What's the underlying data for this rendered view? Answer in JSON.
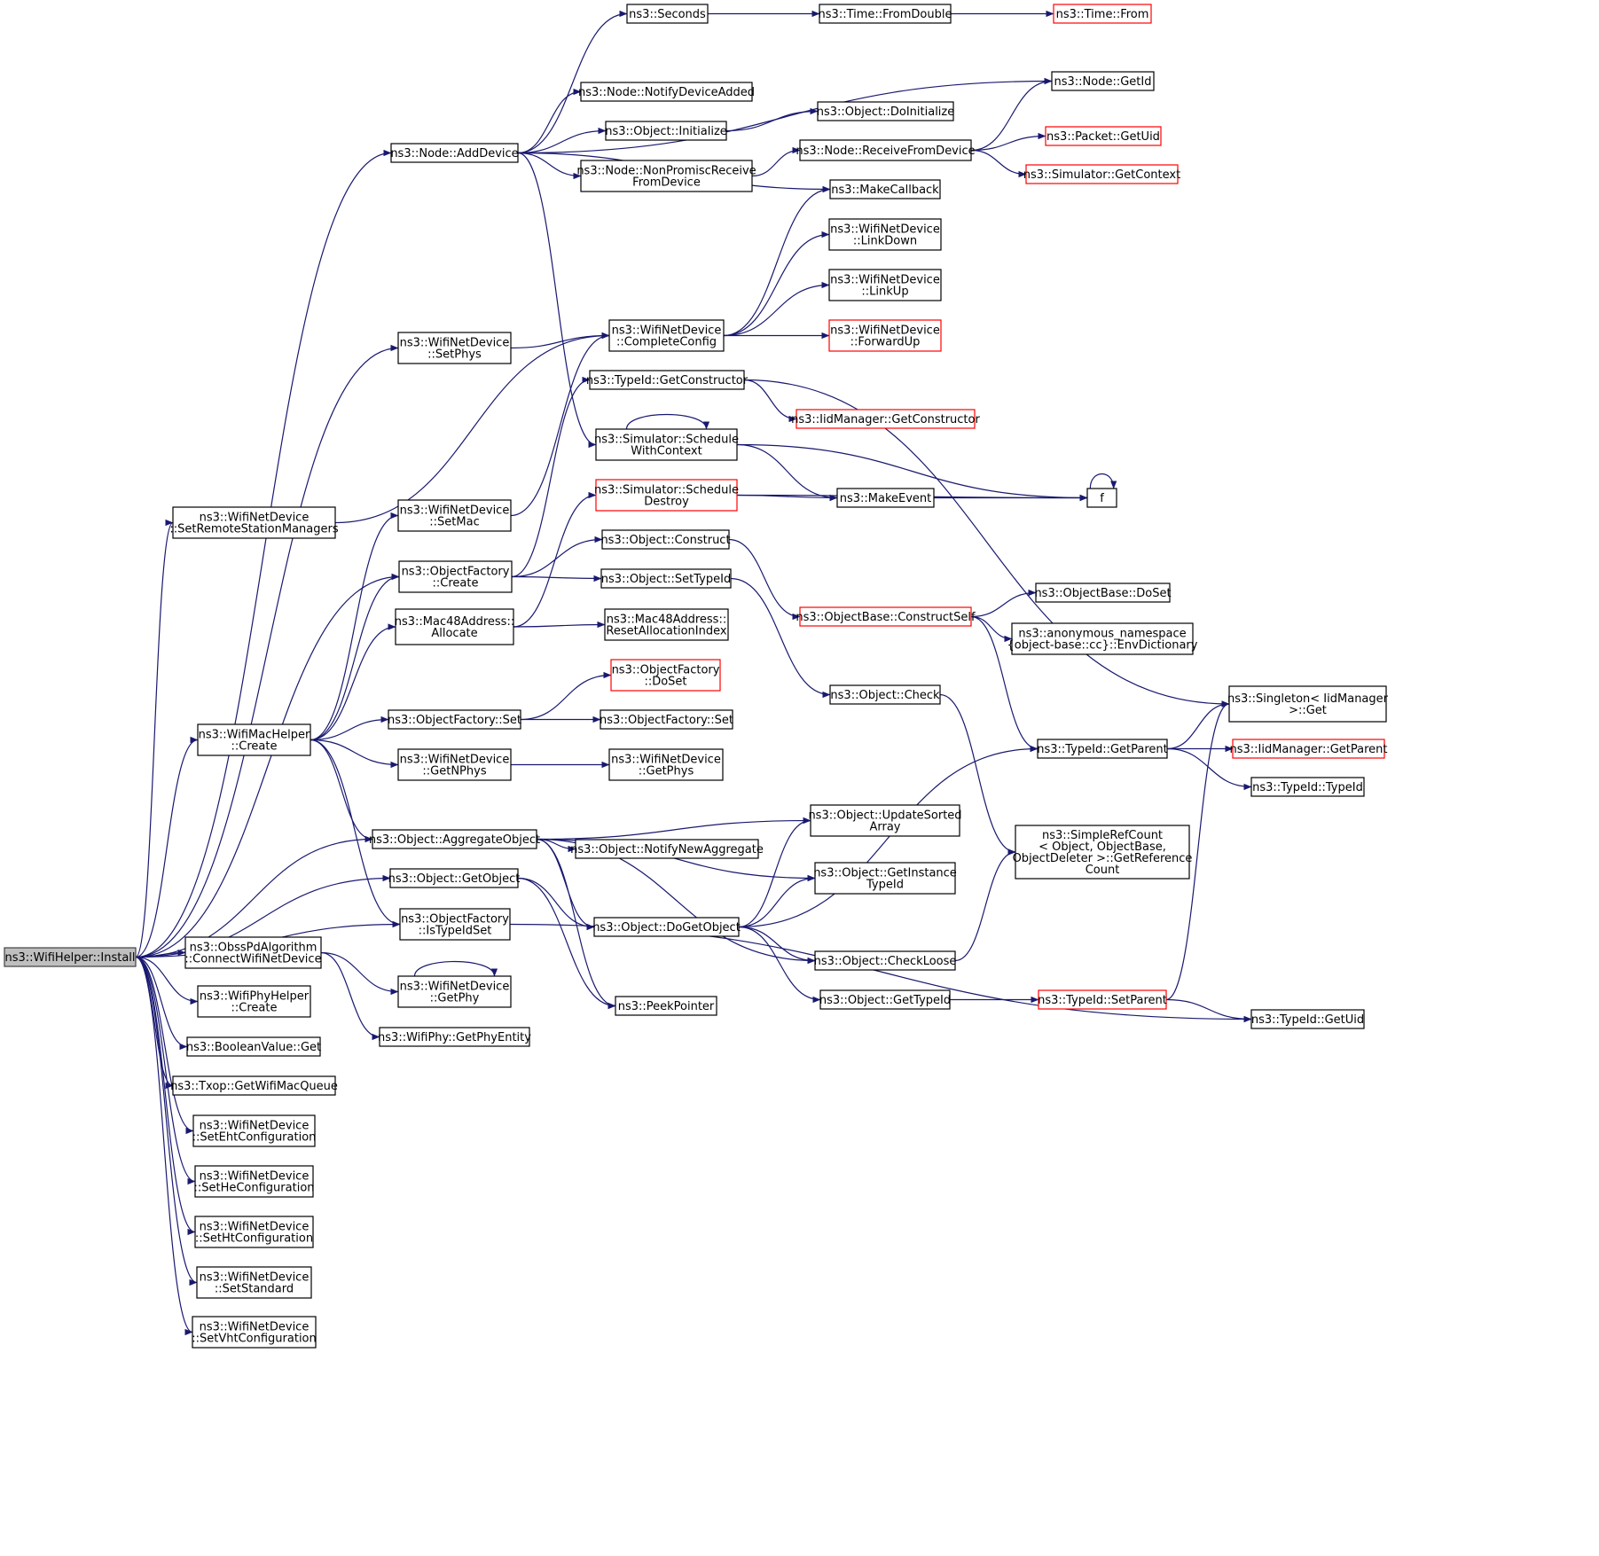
{
  "graph": {
    "title": "",
    "colors": {
      "edge": "#191970",
      "normal_border": "#000000",
      "red_border": "#ff0000",
      "root_fill": "#bfbfbf"
    },
    "nodes": [
      {
        "id": "install",
        "label": [
          "ns3::WifiHelper::Install"
        ],
        "style": "root"
      },
      {
        "id": "seconds",
        "label": [
          "ns3::Seconds"
        ],
        "style": "normal"
      },
      {
        "id": "time_fromdouble",
        "label": [
          "ns3::Time::FromDouble"
        ],
        "style": "normal"
      },
      {
        "id": "time_from",
        "label": [
          "ns3::Time::From"
        ],
        "style": "red"
      },
      {
        "id": "node_getid",
        "label": [
          "ns3::Node::GetId"
        ],
        "style": "normal"
      },
      {
        "id": "notify_added",
        "label": [
          "ns3::Node::NotifyDeviceAdded"
        ],
        "style": "normal"
      },
      {
        "id": "obj_initialize",
        "label": [
          "ns3::Object::Initialize"
        ],
        "style": "normal"
      },
      {
        "id": "obj_doinitialize",
        "label": [
          "ns3::Object::DoInitialize"
        ],
        "style": "normal"
      },
      {
        "id": "node_adddevice",
        "label": [
          "ns3::Node::AddDevice"
        ],
        "style": "normal"
      },
      {
        "id": "node_receive",
        "label": [
          "ns3::Node::ReceiveFromDevice"
        ],
        "style": "normal"
      },
      {
        "id": "packet_getuid",
        "label": [
          "ns3::Packet::GetUid"
        ],
        "style": "red"
      },
      {
        "id": "nonpromisc",
        "label": [
          "ns3::Node::NonPromiscReceive",
          "FromDevice"
        ],
        "style": "normal"
      },
      {
        "id": "sim_getcontext",
        "label": [
          "ns3::Simulator::GetContext"
        ],
        "style": "red"
      },
      {
        "id": "makecallback",
        "label": [
          "ns3::MakeCallback"
        ],
        "style": "normal"
      },
      {
        "id": "linkdown",
        "label": [
          "ns3::WifiNetDevice",
          "::LinkDown"
        ],
        "style": "normal"
      },
      {
        "id": "linkup",
        "label": [
          "ns3::WifiNetDevice",
          "::LinkUp"
        ],
        "style": "normal"
      },
      {
        "id": "setphys",
        "label": [
          "ns3::WifiNetDevice",
          "::SetPhys"
        ],
        "style": "normal"
      },
      {
        "id": "completeconfig",
        "label": [
          "ns3::WifiNetDevice",
          "::CompleteConfig"
        ],
        "style": "normal"
      },
      {
        "id": "forwardup",
        "label": [
          "ns3::WifiNetDevice",
          "::ForwardUp"
        ],
        "style": "red"
      },
      {
        "id": "typeid_getconstructor",
        "label": [
          "ns3::TypeId::GetConstructor"
        ],
        "style": "normal"
      },
      {
        "id": "iid_getconstructor",
        "label": [
          "ns3::IidManager::GetConstructor"
        ],
        "style": "red"
      },
      {
        "id": "schedule_ctx",
        "label": [
          "ns3::Simulator::Schedule",
          "WithContext"
        ],
        "style": "normal"
      },
      {
        "id": "set_rsm",
        "label": [
          "ns3::WifiNetDevice",
          "::SetRemoteStationManagers"
        ],
        "style": "normal"
      },
      {
        "id": "setmac",
        "label": [
          "ns3::WifiNetDevice",
          "::SetMac"
        ],
        "style": "normal"
      },
      {
        "id": "schedule_destroy",
        "label": [
          "ns3::Simulator::Schedule",
          "Destroy"
        ],
        "style": "red"
      },
      {
        "id": "makeevent",
        "label": [
          "ns3::MakeEvent"
        ],
        "style": "normal"
      },
      {
        "id": "f",
        "label": [
          "f"
        ],
        "style": "normal"
      },
      {
        "id": "obj_construct",
        "label": [
          "ns3::Object::Construct"
        ],
        "style": "normal"
      },
      {
        "id": "of_create",
        "label": [
          "ns3::ObjectFactory",
          "::Create"
        ],
        "style": "normal"
      },
      {
        "id": "obj_settypeid",
        "label": [
          "ns3::Object::SetTypeId"
        ],
        "style": "normal"
      },
      {
        "id": "ob_doset",
        "label": [
          "ns3::ObjectBase::DoSet"
        ],
        "style": "normal"
      },
      {
        "id": "ob_constructself",
        "label": [
          "ns3::ObjectBase::ConstructSelf"
        ],
        "style": "red"
      },
      {
        "id": "mac48_allocate",
        "label": [
          "ns3::Mac48Address::",
          "Allocate"
        ],
        "style": "normal"
      },
      {
        "id": "mac48_reset",
        "label": [
          "ns3::Mac48Address::",
          "ResetAllocationIndex"
        ],
        "style": "normal"
      },
      {
        "id": "envdict",
        "label": [
          "ns3::anonymous_namespace",
          "{object-base::cc}::EnvDictionary"
        ],
        "style": "normal"
      },
      {
        "id": "of_doset",
        "label": [
          "ns3::ObjectFactory",
          "::DoSet"
        ],
        "style": "red"
      },
      {
        "id": "obj_check",
        "label": [
          "ns3::Object::Check"
        ],
        "style": "normal"
      },
      {
        "id": "singleton_get",
        "label": [
          "ns3::Singleton< IidManager",
          " >::Get"
        ],
        "style": "normal"
      },
      {
        "id": "of_set1",
        "label": [
          "ns3::ObjectFactory::Set"
        ],
        "style": "normal"
      },
      {
        "id": "of_set2",
        "label": [
          "ns3::ObjectFactory::Set"
        ],
        "style": "normal"
      },
      {
        "id": "wmh_create",
        "label": [
          "ns3::WifiMacHelper",
          "::Create"
        ],
        "style": "normal"
      },
      {
        "id": "getnphys",
        "label": [
          "ns3::WifiNetDevice",
          "::GetNPhys"
        ],
        "style": "normal"
      },
      {
        "id": "getphys",
        "label": [
          "ns3::WifiNetDevice",
          "::GetPhys"
        ],
        "style": "normal"
      },
      {
        "id": "typeid_getparent",
        "label": [
          "ns3::TypeId::GetParent"
        ],
        "style": "normal"
      },
      {
        "id": "iid_getparent",
        "label": [
          "ns3::IidManager::GetParent"
        ],
        "style": "red"
      },
      {
        "id": "typeid_typeid",
        "label": [
          "ns3::TypeId::TypeId"
        ],
        "style": "normal"
      },
      {
        "id": "updatesorted",
        "label": [
          "ns3::Object::UpdateSorted",
          "Array"
        ],
        "style": "normal"
      },
      {
        "id": "aggregate",
        "label": [
          "ns3::Object::AggregateObject"
        ],
        "style": "normal"
      },
      {
        "id": "notifynewagg",
        "label": [
          "ns3::Object::NotifyNewAggregate"
        ],
        "style": "normal"
      },
      {
        "id": "simplerefcount",
        "label": [
          "ns3::SimpleRefCount",
          "< Object, ObjectBase,",
          " ObjectDeleter >::GetReference",
          "Count"
        ],
        "style": "normal"
      },
      {
        "id": "getobject",
        "label": [
          "ns3::Object::GetObject"
        ],
        "style": "normal"
      },
      {
        "id": "getinstancetypeid",
        "label": [
          "ns3::Object::GetInstance",
          "TypeId"
        ],
        "style": "normal"
      },
      {
        "id": "istypeidset",
        "label": [
          "ns3::ObjectFactory",
          "::IsTypeIdSet"
        ],
        "style": "normal"
      },
      {
        "id": "dogetobject",
        "label": [
          "ns3::Object::DoGetObject"
        ],
        "style": "normal"
      },
      {
        "id": "obsspd_connect",
        "label": [
          "ns3::ObssPdAlgorithm",
          "::ConnectWifiNetDevice"
        ],
        "style": "normal"
      },
      {
        "id": "checkloose",
        "label": [
          "ns3::Object::CheckLoose"
        ],
        "style": "normal"
      },
      {
        "id": "getphy",
        "label": [
          "ns3::WifiNetDevice",
          "::GetPhy"
        ],
        "style": "normal"
      },
      {
        "id": "wph_create",
        "label": [
          "ns3::WifiPhyHelper",
          "::Create"
        ],
        "style": "normal"
      },
      {
        "id": "peekpointer",
        "label": [
          "ns3::PeekPointer"
        ],
        "style": "normal"
      },
      {
        "id": "obj_gettypeid",
        "label": [
          "ns3::Object::GetTypeId"
        ],
        "style": "normal"
      },
      {
        "id": "typeid_setparent",
        "label": [
          "ns3::TypeId::SetParent"
        ],
        "style": "red"
      },
      {
        "id": "typeid_getuid",
        "label": [
          "ns3::TypeId::GetUid"
        ],
        "style": "normal"
      },
      {
        "id": "getphyentity",
        "label": [
          "ns3::WifiPhy::GetPhyEntity"
        ],
        "style": "normal"
      },
      {
        "id": "booleanvalue_get",
        "label": [
          "ns3::BooleanValue::Get"
        ],
        "style": "normal"
      },
      {
        "id": "txop_getqueue",
        "label": [
          "ns3::Txop::GetWifiMacQueue"
        ],
        "style": "normal"
      },
      {
        "id": "seteht",
        "label": [
          "ns3::WifiNetDevice",
          "::SetEhtConfiguration"
        ],
        "style": "normal"
      },
      {
        "id": "sethe",
        "label": [
          "ns3::WifiNetDevice",
          "::SetHeConfiguration"
        ],
        "style": "normal"
      },
      {
        "id": "setht",
        "label": [
          "ns3::WifiNetDevice",
          "::SetHtConfiguration"
        ],
        "style": "normal"
      },
      {
        "id": "setstandard",
        "label": [
          "ns3::WifiNetDevice",
          "::SetStandard"
        ],
        "style": "normal"
      },
      {
        "id": "setvht",
        "label": [
          "ns3::WifiNetDevice",
          "::SetVhtConfiguration"
        ],
        "style": "normal"
      }
    ],
    "edges": [
      [
        "install",
        "node_adddevice"
      ],
      [
        "install",
        "setphys"
      ],
      [
        "install",
        "set_rsm"
      ],
      [
        "install",
        "of_create"
      ],
      [
        "install",
        "wmh_create"
      ],
      [
        "install",
        "aggregate"
      ],
      [
        "install",
        "getobject"
      ],
      [
        "install",
        "istypeidset"
      ],
      [
        "install",
        "obsspd_connect"
      ],
      [
        "install",
        "wph_create"
      ],
      [
        "install",
        "booleanvalue_get"
      ],
      [
        "install",
        "txop_getqueue"
      ],
      [
        "install",
        "seteht"
      ],
      [
        "install",
        "sethe"
      ],
      [
        "install",
        "setht"
      ],
      [
        "install",
        "setstandard"
      ],
      [
        "install",
        "setvht"
      ],
      [
        "node_adddevice",
        "seconds"
      ],
      [
        "node_adddevice",
        "node_getid"
      ],
      [
        "node_adddevice",
        "notify_added"
      ],
      [
        "node_adddevice",
        "obj_initialize"
      ],
      [
        "node_adddevice",
        "nonpromisc"
      ],
      [
        "node_adddevice",
        "makecallback"
      ],
      [
        "node_adddevice",
        "schedule_ctx"
      ],
      [
        "seconds",
        "time_fromdouble"
      ],
      [
        "time_fromdouble",
        "time_from"
      ],
      [
        "obj_initialize",
        "obj_doinitialize"
      ],
      [
        "nonpromisc",
        "node_receive"
      ],
      [
        "node_receive",
        "node_getid"
      ],
      [
        "node_receive",
        "packet_getuid"
      ],
      [
        "node_receive",
        "sim_getcontext"
      ],
      [
        "setphys",
        "completeconfig"
      ],
      [
        "set_rsm",
        "completeconfig"
      ],
      [
        "setmac",
        "completeconfig"
      ],
      [
        "completeconfig",
        "makecallback"
      ],
      [
        "completeconfig",
        "linkdown"
      ],
      [
        "completeconfig",
        "linkup"
      ],
      [
        "completeconfig",
        "forwardup"
      ],
      [
        "typeid_getconstructor",
        "iid_getconstructor"
      ],
      [
        "typeid_getconstructor",
        "singleton_get"
      ],
      [
        "schedule_ctx",
        "schedule_ctx"
      ],
      [
        "schedule_ctx",
        "makeevent"
      ],
      [
        "schedule_ctx",
        "f"
      ],
      [
        "schedule_destroy",
        "makeevent"
      ],
      [
        "schedule_destroy",
        "f"
      ],
      [
        "makeevent",
        "f"
      ],
      [
        "f",
        "f"
      ],
      [
        "of_create",
        "typeid_getconstructor"
      ],
      [
        "of_create",
        "obj_construct"
      ],
      [
        "of_create",
        "obj_settypeid"
      ],
      [
        "obj_construct",
        "ob_constructself"
      ],
      [
        "obj_settypeid",
        "obj_check"
      ],
      [
        "ob_constructself",
        "ob_doset"
      ],
      [
        "ob_constructself",
        "envdict"
      ],
      [
        "ob_constructself",
        "typeid_getparent"
      ],
      [
        "mac48_allocate",
        "schedule_destroy"
      ],
      [
        "mac48_allocate",
        "mac48_reset"
      ],
      [
        "of_set1",
        "of_doset"
      ],
      [
        "of_set1",
        "of_set2"
      ],
      [
        "wmh_create",
        "setmac"
      ],
      [
        "wmh_create",
        "of_create"
      ],
      [
        "wmh_create",
        "mac48_allocate"
      ],
      [
        "wmh_create",
        "of_set1"
      ],
      [
        "wmh_create",
        "getnphys"
      ],
      [
        "wmh_create",
        "aggregate"
      ],
      [
        "wmh_create",
        "istypeidset"
      ],
      [
        "getnphys",
        "getphys"
      ],
      [
        "obj_check",
        "simplerefcount"
      ],
      [
        "typeid_getparent",
        "singleton_get"
      ],
      [
        "typeid_getparent",
        "iid_getparent"
      ],
      [
        "typeid_getparent",
        "typeid_typeid"
      ],
      [
        "aggregate",
        "updatesorted"
      ],
      [
        "aggregate",
        "notifynewagg"
      ],
      [
        "aggregate",
        "getinstancetypeid"
      ],
      [
        "aggregate",
        "dogetobject"
      ],
      [
        "aggregate",
        "checkloose"
      ],
      [
        "aggregate",
        "peekpointer"
      ],
      [
        "getobject",
        "dogetobject"
      ],
      [
        "getobject",
        "peekpointer"
      ],
      [
        "dogetobject",
        "updatesorted"
      ],
      [
        "dogetobject",
        "getinstancetypeid"
      ],
      [
        "dogetobject",
        "typeid_getparent"
      ],
      [
        "dogetobject",
        "checkloose"
      ],
      [
        "dogetobject",
        "obj_gettypeid"
      ],
      [
        "checkloose",
        "simplerefcount"
      ],
      [
        "istypeidset",
        "typeid_getuid"
      ],
      [
        "obsspd_connect",
        "getphy"
      ],
      [
        "obsspd_connect",
        "getphyentity"
      ],
      [
        "getphy",
        "getphy"
      ],
      [
        "obj_gettypeid",
        "typeid_setparent"
      ],
      [
        "typeid_setparent",
        "typeid_getuid"
      ],
      [
        "typeid_setparent",
        "singleton_get"
      ]
    ]
  }
}
